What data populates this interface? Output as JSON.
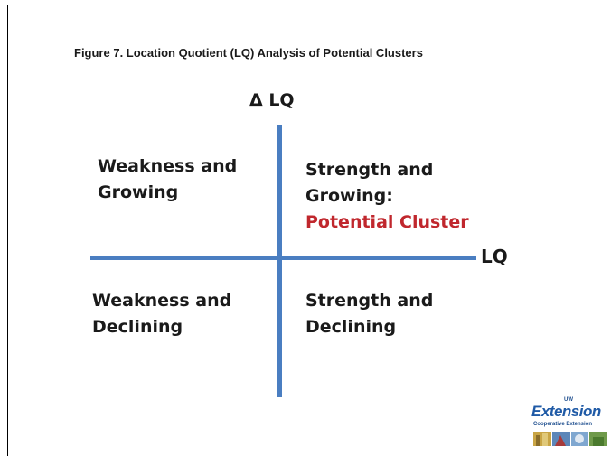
{
  "figure": {
    "title": "Figure 7. Location Quotient (LQ) Analysis  of Potential Clusters"
  },
  "axes": {
    "y_label": "Δ LQ",
    "x_label": "LQ"
  },
  "quadrants": {
    "top_left": {
      "line1": "Weakness and",
      "line2": "Growing"
    },
    "top_right": {
      "line1": "Strength and",
      "line2": "Growing:",
      "highlight": "Potential Cluster"
    },
    "bottom_left": {
      "line1": "Weakness and",
      "line2": "Declining"
    },
    "bottom_right": {
      "line1": "Strength and",
      "line2": "Declining"
    }
  },
  "logo": {
    "small": "UW",
    "main": "Extension",
    "sub": "Cooperative Extension"
  },
  "colors": {
    "axis": "#4a7ec1",
    "highlight": "#c0272d",
    "logo_blue": "#1f5aa6"
  }
}
